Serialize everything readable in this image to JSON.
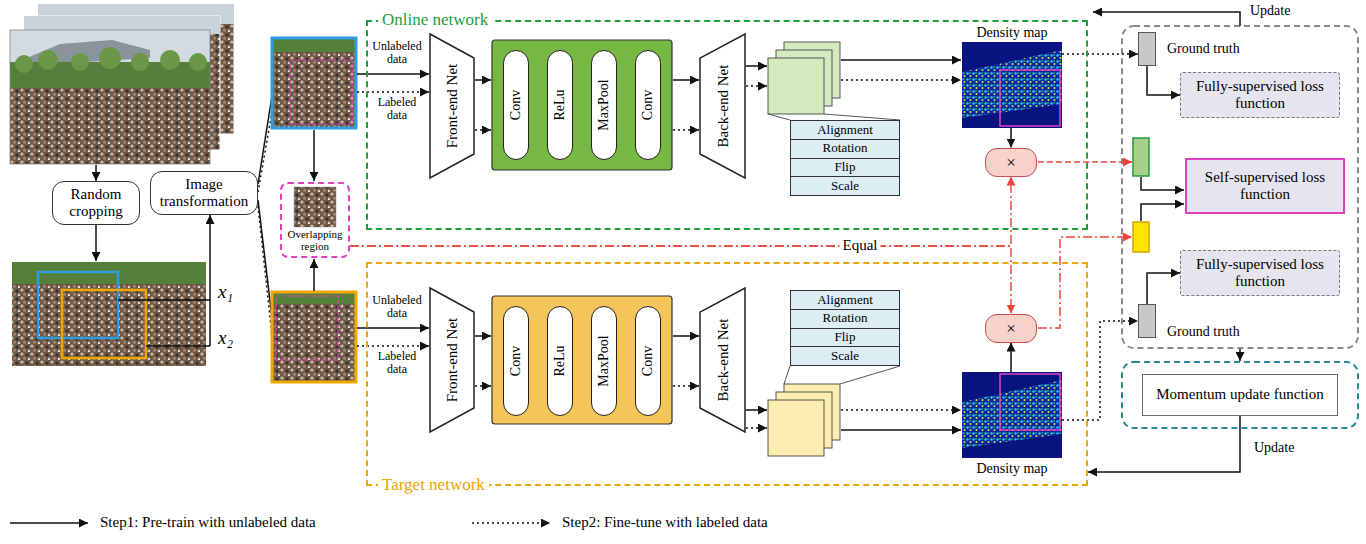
{
  "diagram": {
    "nodes": [
      {
        "text": [
          "Random cropping"
        ]
      },
      {
        "text": [
          "Image transformation"
        ]
      },
      {
        "text": [
          "Overlapping region"
        ]
      },
      {
        "text": [
          "Online network"
        ]
      },
      {
        "text": [
          "Front-end Net"
        ],
        "in": 3
      },
      {
        "text": [
          "Conv"
        ],
        "in": 3
      },
      {
        "text": [
          "ReLu"
        ],
        "in": 3
      },
      {
        "text": [
          "MaxPool"
        ],
        "in": 3
      },
      {
        "text": [
          "Conv"
        ],
        "in": 3
      },
      {
        "text": [
          "Back-end Net"
        ],
        "in": 3
      },
      {
        "text": [
          "Alignment",
          "Rotation",
          "Flip",
          "Scale"
        ],
        "in": 3
      },
      {
        "text": [
          "Density map"
        ],
        "in": 3
      },
      {
        "text": [
          "×"
        ],
        "in": 3
      },
      {
        "text": [
          "Ground truth"
        ]
      },
      {
        "text": [
          "Fully-supervised loss function"
        ]
      },
      {
        "text": [
          "Self-supervised loss function"
        ]
      },
      {
        "text": [
          "Fully-supervised loss function"
        ]
      },
      {
        "text": [
          "Ground truth"
        ]
      },
      {
        "text": [
          "Momentum update function"
        ]
      },
      {
        "text": [
          "Target network"
        ]
      },
      {
        "text": [
          "Front-end Net"
        ],
        "in": 19
      },
      {
        "text": [
          "Conv"
        ],
        "in": 19
      },
      {
        "text": [
          "ReLu"
        ],
        "in": 19
      },
      {
        "text": [
          "MaxPool"
        ],
        "in": 19
      },
      {
        "text": [
          "Conv"
        ],
        "in": 19
      },
      {
        "text": [
          "Back-end Net"
        ],
        "in": 19
      },
      {
        "text": [
          "Alignment",
          "Rotation",
          "Flip",
          "Scale"
        ],
        "in": 19
      },
      {
        "text": [
          "Density map"
        ],
        "in": 19
      },
      {
        "text": [
          "×"
        ],
        "in": 19
      }
    ],
    "edges": [
      {
        "from": 11,
        "to": 13,
        "arrow": "to"
      },
      {
        "from": 13,
        "to": 14,
        "arrow": "to"
      },
      {
        "from": 11,
        "to": 12,
        "arrow": "to"
      },
      {
        "from": 2,
        "to": 12,
        "arrow": "to"
      },
      {
        "from": 2,
        "to": 28,
        "arrow": "to"
      },
      {
        "from": 27,
        "to": 28,
        "arrow": "to"
      },
      {
        "from": 27,
        "to": 17,
        "arrow": "to"
      },
      {
        "from": 17,
        "to": 16,
        "arrow": "to"
      },
      {
        "from": 18,
        "to": 19,
        "label": "Update",
        "arrow": "to"
      }
    ],
    "labels": [
      "x₁",
      "x₂",
      "Unlabeled data",
      "Labeled data",
      "Unlabeled data",
      "Labeled data",
      "Equal",
      "Update"
    ],
    "legend": [
      {
        "text": "Step1: Pre-train with unlabeled data"
      },
      {
        "text": "Step2: Fine-tune with labeled data"
      }
    ]
  }
}
